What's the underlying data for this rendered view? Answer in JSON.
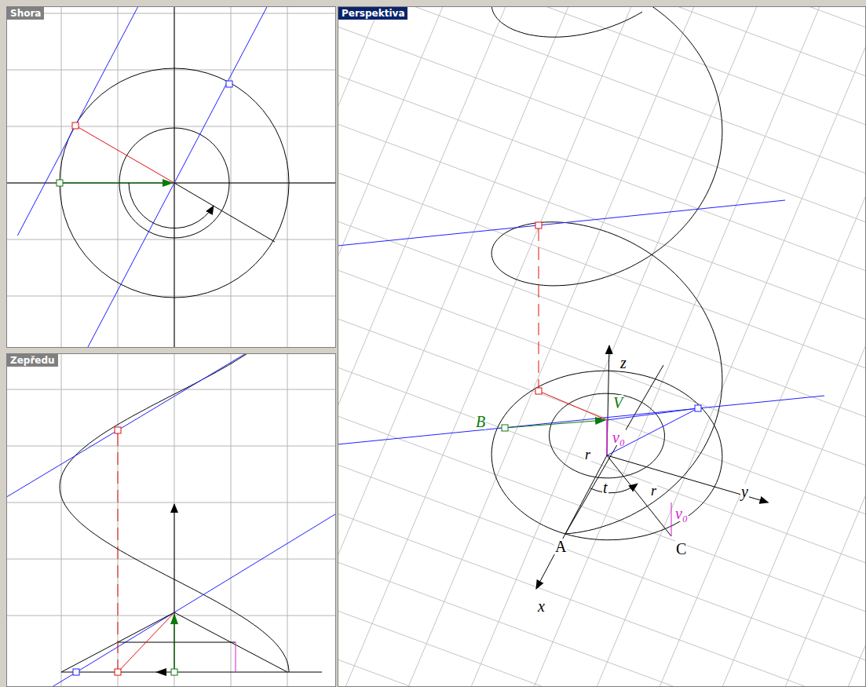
{
  "diagram": {
    "nodes": [
      {
        "text": [
          "Shora"
        ]
      },
      {
        "text": [
          "Zepředu"
        ]
      },
      {
        "text": [
          "Perspektiva"
        ]
      }
    ],
    "labels": [
      "z",
      "V",
      "v₀",
      "B",
      "r",
      "t",
      "r",
      "v₀",
      "y",
      "A",
      "C",
      "x"
    ]
  }
}
